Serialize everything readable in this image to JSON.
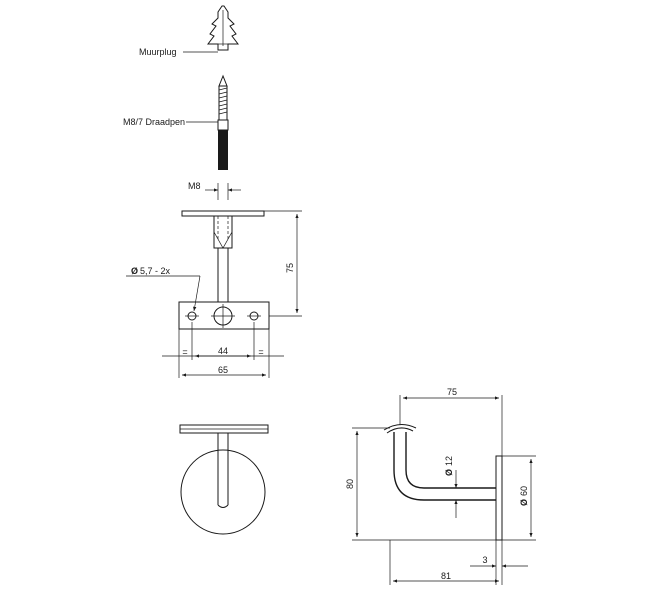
{
  "labels": {
    "wall_plug": "Muurplug",
    "threaded_pin": "M8/7 Draadpen",
    "thread_size": "M8",
    "hole_diameter": "5,7 - 2x"
  },
  "dimensions": {
    "height_75": "75",
    "spacing_44": "44",
    "equal_left": "=",
    "equal_right": "=",
    "width_65": "65",
    "reach_75": "75",
    "height_80": "80",
    "tube_diameter": "12",
    "plate_diameter": "60",
    "plate_thickness": "3",
    "total_depth": "81"
  },
  "symbols": {
    "diameter": "Ø"
  }
}
